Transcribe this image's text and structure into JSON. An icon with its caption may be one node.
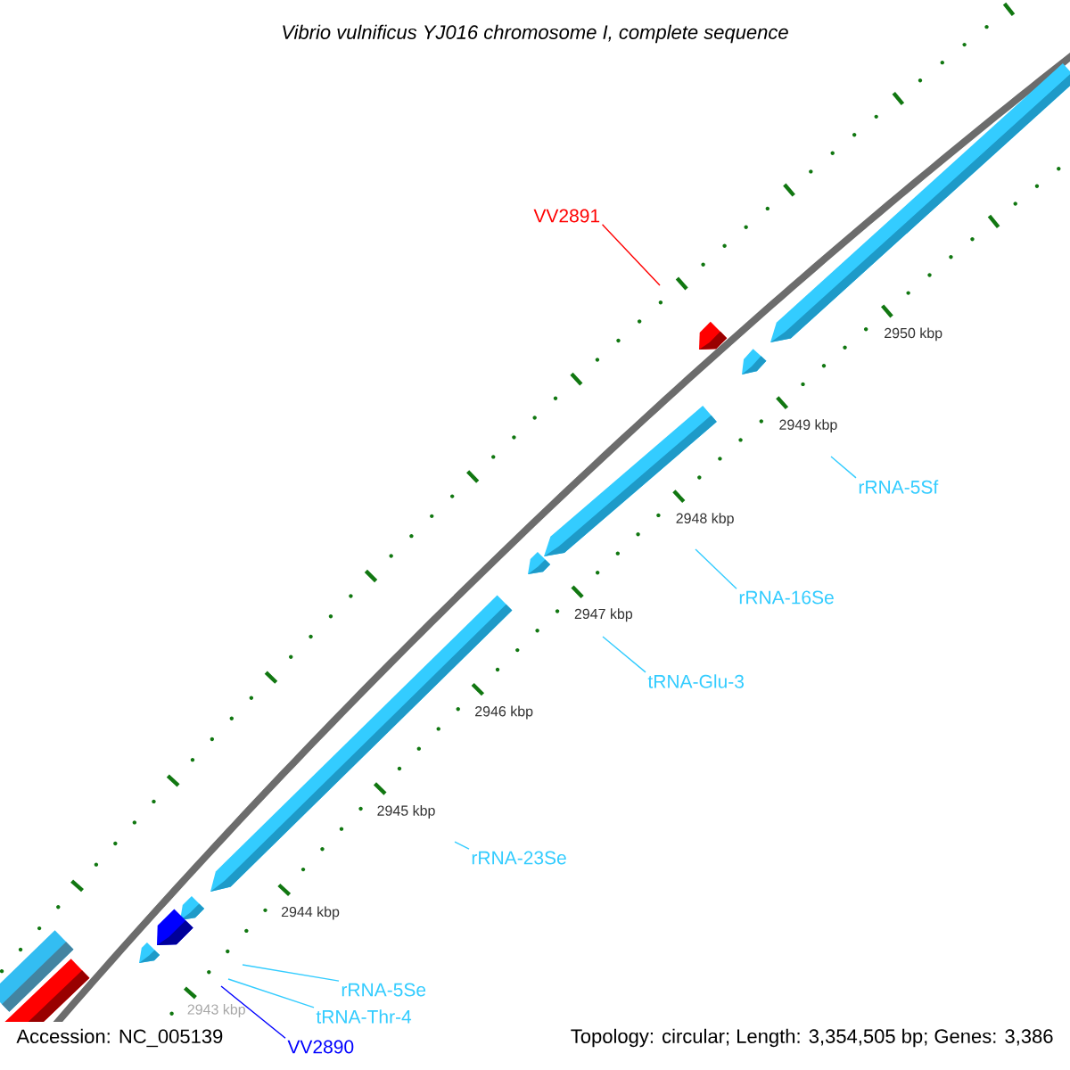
{
  "diagram": {
    "title": "Vibrio vulnificus YJ016 chromosome I, complete sequence",
    "nodes": [
      {
        "text": [
          "VV2891"
        ]
      },
      {
        "text": [
          "rRNA-5Sf"
        ]
      },
      {
        "text": [
          "rRNA-16Se"
        ]
      },
      {
        "text": [
          "tRNA-Glu-3"
        ]
      },
      {
        "text": [
          "rRNA-23Se"
        ]
      },
      {
        "text": [
          "rRNA-5Se"
        ]
      },
      {
        "text": [
          "tRNA-Thr-4"
        ]
      },
      {
        "text": [
          "VV2890"
        ]
      }
    ],
    "edges": [
      {
        "from": 0,
        "to": null,
        "arrow": "none",
        "color": "#ff0000"
      },
      {
        "from": 1,
        "to": null,
        "arrow": "none"
      },
      {
        "from": 2,
        "to": null,
        "arrow": "none"
      },
      {
        "from": 3,
        "to": null,
        "arrow": "none"
      },
      {
        "from": 4,
        "to": null,
        "arrow": "none"
      },
      {
        "from": 5,
        "to": null,
        "arrow": "none"
      },
      {
        "from": 6,
        "to": null,
        "arrow": "none"
      },
      {
        "from": 7,
        "to": null,
        "arrow": "none",
        "color": "#0000ff"
      }
    ],
    "labels": [
      "2950 kbp",
      "2949 kbp",
      "2948 kbp",
      "2947 kbp",
      "2946 kbp",
      "2945 kbp",
      "2944 kbp",
      "2943 kbp",
      "Accession: NC_005139",
      "Topology: circular; Length: 3,354,505 bp; Genes: 3,386"
    ]
  }
}
